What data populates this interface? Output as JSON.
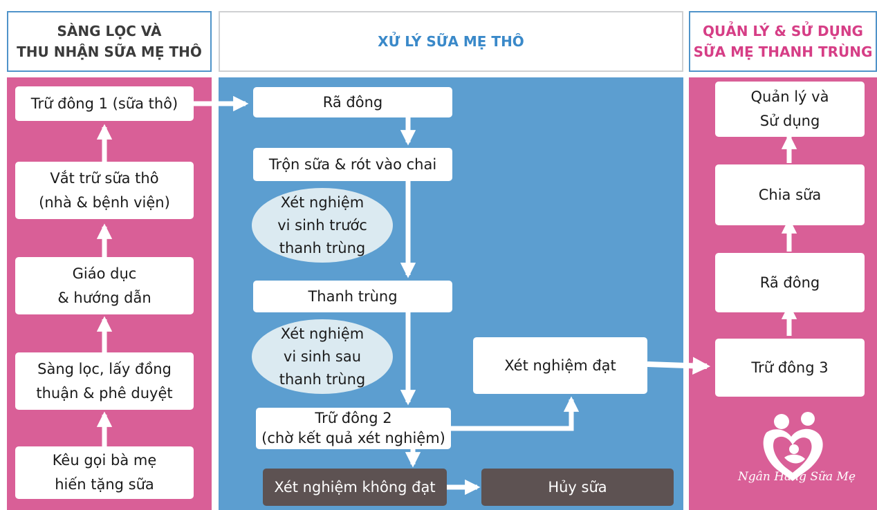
{
  "headers": {
    "left": "SÀNG LỌC VÀ\nTHU NHẬN SỮA MẸ THÔ",
    "middle": "XỬ LÝ SỮA MẸ THÔ",
    "right": "QUẢN LÝ & SỬ DỤNG\nSỮA MẸ THANH TRÙNG"
  },
  "left_steps": {
    "freeze1": "Trữ đông 1 (sữa thô)",
    "express": "Vắt trữ sữa thô\n(nhà & bệnh viện)",
    "education": "Giáo dục\n& hướng dẫn",
    "screening": "Sàng lọc, lấy đồng\nthuận & phê duyệt",
    "recruit": "Kêu gọi bà mẹ\nhiến tặng sữa"
  },
  "middle_steps": {
    "thaw": "Rã đông",
    "mix": "Trộn sữa & rót vào chai",
    "test_before": "Xét nghiệm\nvi sinh trước\nthanh trùng",
    "pasteurize": "Thanh trùng",
    "test_after": "Xét nghiệm\nvi sinh sau\nthanh trùng",
    "freeze2": "Trữ đông 2\n(chờ kết quả xét nghiệm)",
    "pass": "Xét nghiệm đạt",
    "fail": "Xét nghiệm không đạt",
    "discard": "Hủy sữa"
  },
  "right_steps": {
    "manage": "Quản lý và\nSử dụng",
    "divide": "Chia sữa",
    "thaw": "Rã đông",
    "freeze3": "Trữ đông 3"
  },
  "logo": {
    "text": "Ngân Hàng Sữa Mẹ",
    "icon": "mother-baby-heart-icon"
  },
  "colors": {
    "pink": "#d95f97",
    "blue": "#5c9ed0",
    "dark": "#5d5252",
    "oval": "#dbeaf1",
    "header_blue_text": "#3a89c9",
    "header_pink_text": "#d63e86"
  }
}
